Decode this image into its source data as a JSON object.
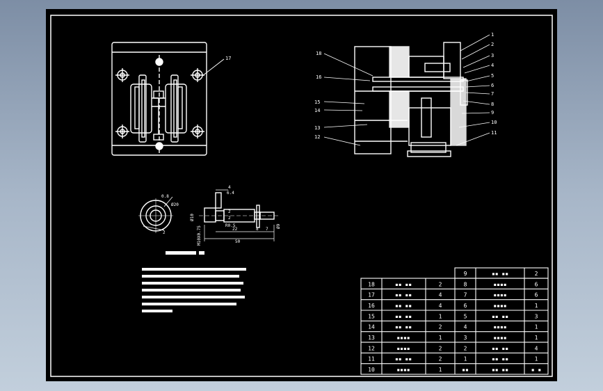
{
  "drawing": {
    "callouts_right": [
      "1",
      "2",
      "3",
      "4",
      "5",
      "6",
      "7",
      "8",
      "9",
      "10",
      "11"
    ],
    "callouts_left": [
      "18",
      "16",
      "15",
      "14",
      "13",
      "12"
    ],
    "callout_plan": "17",
    "dims": {
      "top_4": "4",
      "top_6_4": "6.4",
      "d_08": "0.8",
      "d_20": "Ø20",
      "d_10": "Ø10",
      "m10": "M10X0.75",
      "r05": "R0.5",
      "d_22": "22",
      "d_8": "8",
      "d_7": "7",
      "d_9": "Ø9",
      "d_50": "50",
      "d_2a": "2",
      "d_2b": "2",
      "d_2c": "2",
      "side_8": "8",
      "side_2": "2"
    }
  },
  "bom": {
    "upper": [
      {
        "no": "9",
        "name": "▪▪ ▪▪",
        "qty": "2"
      }
    ],
    "left": [
      {
        "no": "18",
        "name": "▪▪ ▪▪",
        "qty": "2"
      },
      {
        "no": "17",
        "name": "▪▪ ▪▪",
        "qty": "4"
      },
      {
        "no": "16",
        "name": "▪▪ ▪▪",
        "qty": "4"
      },
      {
        "no": "15",
        "name": "▪▪ ▪▪",
        "qty": "1"
      },
      {
        "no": "14",
        "name": "▪▪ ▪▪",
        "qty": "2"
      },
      {
        "no": "13",
        "name": "▪▪▪▪",
        "qty": "1"
      },
      {
        "no": "12",
        "name": "▪▪▪▪",
        "qty": "2"
      },
      {
        "no": "11",
        "name": "▪▪ ▪▪",
        "qty": "2"
      },
      {
        "no": "10",
        "name": "▪▪▪▪",
        "qty": "1"
      }
    ],
    "right": [
      {
        "no": "8",
        "name": "▪▪▪▪",
        "qty": "6"
      },
      {
        "no": "7",
        "name": "▪▪▪▪",
        "qty": "6"
      },
      {
        "no": "6",
        "name": "▪▪▪▪",
        "qty": "1"
      },
      {
        "no": "5",
        "name": "▪▪ ▪▪",
        "qty": "3"
      },
      {
        "no": "4",
        "name": "▪▪▪▪",
        "qty": "1"
      },
      {
        "no": "3",
        "name": "▪▪▪▪",
        "qty": "1"
      },
      {
        "no": "2",
        "name": "▪▪ ▪▪",
        "qty": "4"
      },
      {
        "no": "1",
        "name": "▪▪ ▪▪",
        "qty": "1"
      },
      {
        "no": "▪▪",
        "name": "▪▪ ▪▪",
        "qty": "▪ ▪"
      }
    ]
  }
}
